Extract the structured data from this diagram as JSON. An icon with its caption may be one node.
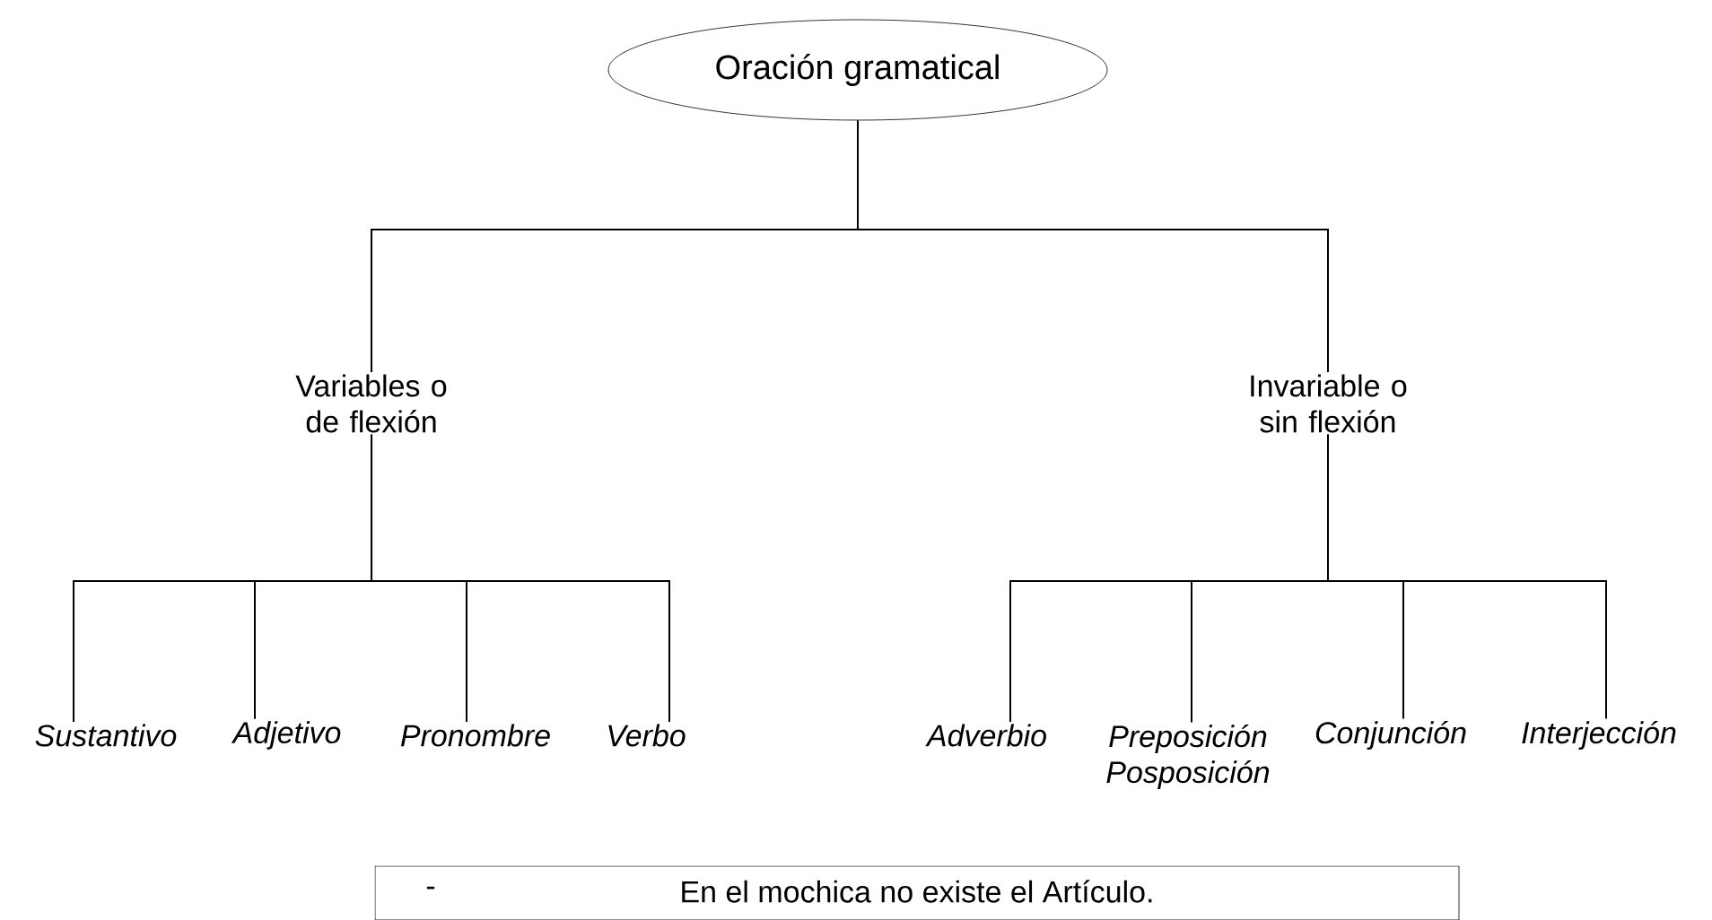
{
  "diagram": {
    "nodes": [
      {
        "text": [
          "Oración gramatical"
        ]
      },
      {
        "text": [
          "Variables o de flexión"
        ]
      },
      {
        "text": [
          "Invariable o sin flexión"
        ]
      },
      {
        "text": [
          "Sustantivo"
        ]
      },
      {
        "text": [
          "Adjetivo"
        ]
      },
      {
        "text": [
          "Pronombre"
        ]
      },
      {
        "text": [
          "Verbo"
        ]
      },
      {
        "text": [
          "Adverbio"
        ]
      },
      {
        "text": [
          "Preposición Posposición"
        ]
      },
      {
        "text": [
          "Conjunción"
        ]
      },
      {
        "text": [
          "Interjección"
        ]
      },
      {
        "text": [
          "-",
          "En el mochica no existe el Artículo."
        ]
      }
    ],
    "edges": [
      {
        "from": 0,
        "to": 1,
        "arrow": "none"
      },
      {
        "from": 0,
        "to": 2,
        "arrow": "none"
      },
      {
        "from": 1,
        "to": 3,
        "arrow": "none"
      },
      {
        "from": 1,
        "to": 4,
        "arrow": "none"
      },
      {
        "from": 1,
        "to": 5,
        "arrow": "none"
      },
      {
        "from": 1,
        "to": 6,
        "arrow": "none"
      },
      {
        "from": 2,
        "to": 7,
        "arrow": "none"
      },
      {
        "from": 2,
        "to": 8,
        "arrow": "none"
      },
      {
        "from": 2,
        "to": 9,
        "arrow": "none"
      },
      {
        "from": 2,
        "to": 10,
        "arrow": "none"
      }
    ]
  }
}
